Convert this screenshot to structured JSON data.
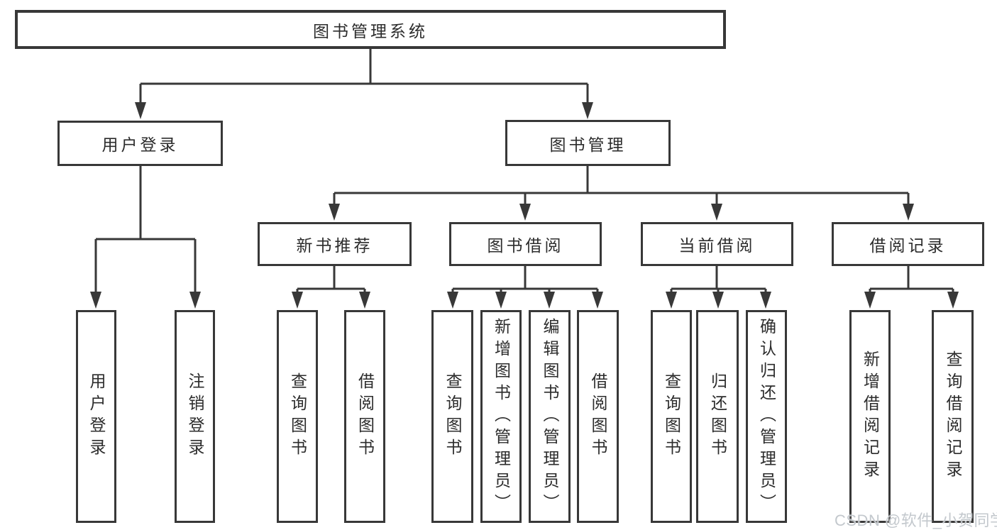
{
  "tree": {
    "label": "图书管理系统",
    "children": [
      {
        "label": "用户登录",
        "children": [
          {
            "label": "用户登录"
          },
          {
            "label": "注销登录"
          }
        ]
      },
      {
        "label": "图书管理",
        "children": [
          {
            "label": "新书推荐",
            "children": [
              {
                "label": "查询图书"
              },
              {
                "label": "借阅图书"
              }
            ]
          },
          {
            "label": "图书借阅",
            "children": [
              {
                "label": "查询图书"
              },
              {
                "label": "新增图书（管理员）"
              },
              {
                "label": "编辑图书（管理员）"
              },
              {
                "label": "借阅图书"
              }
            ]
          },
          {
            "label": "当前借阅",
            "children": [
              {
                "label": "查询图书"
              },
              {
                "label": "归还图书"
              },
              {
                "label": "确认归还（管理员）"
              }
            ]
          },
          {
            "label": "借阅记录",
            "children": [
              {
                "label": "新增借阅记录"
              },
              {
                "label": "查询借阅记录"
              }
            ]
          }
        ]
      }
    ]
  },
  "watermark": {
    "text": "CSDN @软件_小贺同学",
    "color": "#c3c8cd"
  },
  "colors": {
    "background": "#ffffff",
    "line": "#383838",
    "border": "#383838",
    "text": "#2c2c2c"
  }
}
